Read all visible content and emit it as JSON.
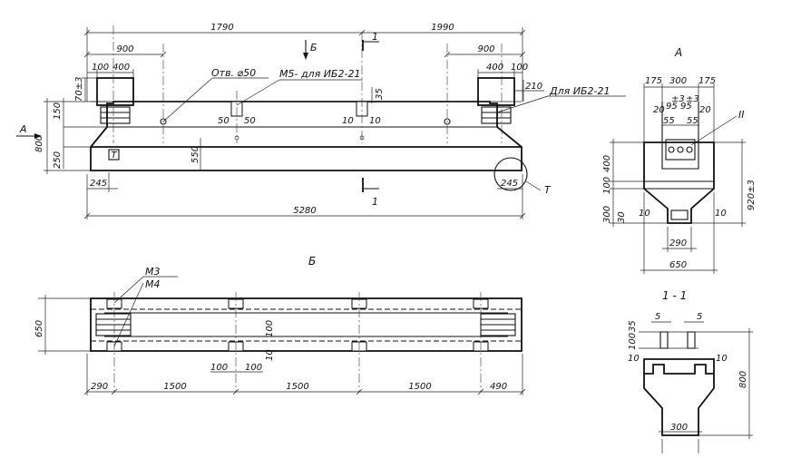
{
  "elevation": {
    "dims": {
      "total_left": "1790",
      "total_right": "1990",
      "left_900": "900",
      "right_900": "900",
      "l100": "100",
      "l400": "400",
      "r400": "400",
      "r100": "100",
      "tol_70": "70±3",
      "d150": "150",
      "d800": "800",
      "d250": "250",
      "d550": "550",
      "d245_left": "245",
      "d245_right": "245",
      "length": "5280",
      "d210": "210",
      "d35": "35",
      "d50a": "50",
      "d50b": "50",
      "d10a": "10",
      "d10b": "10"
    },
    "labels": {
      "hole": "Отв. ⌀50",
      "m5": "М5- для ИБ2-21",
      "for_ib": "Для ИБ2-21",
      "view_b_arrow": "Б",
      "view_a_arrow": "А",
      "section_top": "1",
      "section_bottom": "1",
      "node_t": "Т",
      "mark_t": "Т"
    }
  },
  "plan": {
    "title": "Б",
    "labels": {
      "m3": "М3",
      "m4": "М4"
    },
    "dims": {
      "width": "650",
      "d290": "290",
      "s1": "1500",
      "s2": "1500",
      "s3": "1500",
      "d490": "490",
      "d100a": "100",
      "d100b": "100",
      "d100v": "100",
      "d10v": "10"
    }
  },
  "view_a": {
    "title": "А",
    "roman": "II",
    "dims": {
      "d175a": "175",
      "d300": "300",
      "d175b": "175",
      "pm3a": "±3",
      "pm3b": "±3",
      "d20a": "20",
      "d95a": "95",
      "d95b": "95",
      "d20b": "20",
      "d55a": "55",
      "d55b": "55",
      "d400": "400",
      "d100": "100",
      "d300b": "300",
      "d30": "30",
      "d10a": "10",
      "d10b": "10",
      "d290": "290",
      "d650": "650",
      "d920": "920±3"
    }
  },
  "section_1_1": {
    "title": "1 - 1",
    "dims": {
      "d5a": "5",
      "d5b": "5",
      "d100": "100",
      "d35": "35",
      "d10a": "10",
      "d10b": "10",
      "d800": "800",
      "d300": "300"
    }
  }
}
